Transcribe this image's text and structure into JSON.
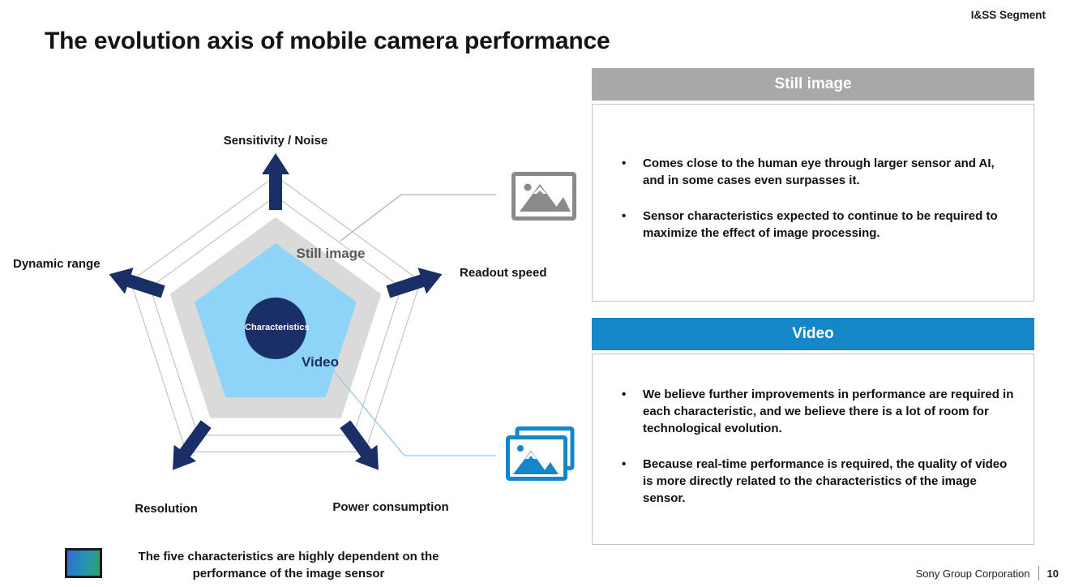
{
  "slide": {
    "segment_label": "I&SS Segment",
    "title": "The evolution axis of mobile camera performance",
    "footer": {
      "company": "Sony Group Corporation",
      "page": "10"
    }
  },
  "diagram": {
    "axis_top": "Sensitivity / Noise",
    "axis_right": "Readout speed",
    "axis_bottom_right": "Power consumption",
    "axis_bottom_left": "Resolution",
    "axis_left": "Dynamic range",
    "center_label": "Characteristics",
    "still_image_label": "Still image",
    "video_label": "Video",
    "note": "The five characteristics are highly dependent on the performance of the image sensor",
    "icons": {
      "still_image_icon": "photo-frame-icon",
      "video_icon": "stacked-photos-icon",
      "sensor_icon": "image-sensor-chip-icon"
    },
    "colors": {
      "navy": "#1a2f66",
      "video_pentagon_blue": "#8dd4f8",
      "still_pentagon_gray": "#dadada",
      "grid_line_gray": "#c4c4c4",
      "still_header_gray": "#a8a8a8",
      "video_accent_blue": "#1587c9",
      "still_label_gray": "#595959"
    }
  },
  "panels": [
    {
      "title": "Still image",
      "accent": "#a8a8a8",
      "bullets": [
        "Comes close to the human eye through larger sensor and AI, and in some cases even surpasses it.",
        "Sensor characteristics expected to continue to be required to maximize the effect of image processing."
      ]
    },
    {
      "title": "Video",
      "accent": "#1587c9",
      "bullets": [
        "We believe further improvements in performance are required in each characteristic, and we believe there is a lot of room for technological evolution.",
        "Because real-time performance is required, the quality of video is more directly related to the characteristics of the image sensor."
      ]
    }
  ]
}
